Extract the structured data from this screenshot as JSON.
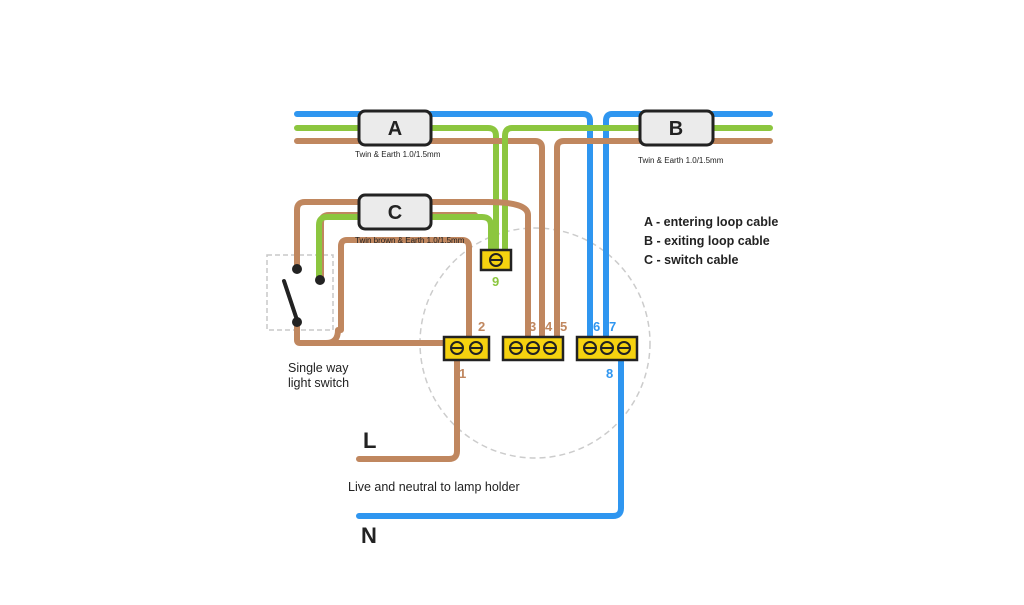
{
  "colors": {
    "brown": "#c0875f",
    "blue": "#2f96f0",
    "green": "#8cc63f",
    "terminal": "#f5d20f",
    "outline": "#222222",
    "circle": "#cccccc"
  },
  "cables": {
    "a": {
      "letter": "A",
      "note": "Twin & Earth 1.0/1.5mm"
    },
    "b": {
      "letter": "B",
      "note": "Twin & Earth 1.0/1.5mm"
    },
    "c": {
      "letter": "C",
      "note": "Twin brown & Earth 1.0/1.5mm"
    }
  },
  "legend": {
    "a": "A - entering loop cable",
    "b": "B - exiting loop cable",
    "c": "C - switch cable"
  },
  "switch_label": {
    "line1": "Single way",
    "line2": "light switch"
  },
  "lamp_label": "Live and neutral to lamp holder",
  "live_label": "L",
  "neutral_label": "N",
  "terminal_numbers": {
    "t1": "1",
    "t2": "2",
    "t3": "3",
    "t4": "4",
    "t5": "5",
    "t6": "6",
    "t7": "7",
    "t8": "8",
    "t9": "9"
  }
}
